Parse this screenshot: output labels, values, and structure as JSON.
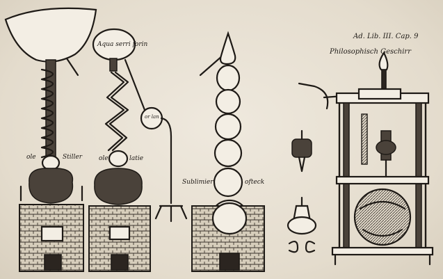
{
  "labels": {
    "still1_left": "ole",
    "still1_right": "Stiller",
    "still2_left": "ole",
    "still2_right": "latie",
    "still2_head": "Aqua serri forin",
    "still2_receiver": "or lan",
    "column_left": "Sublimier",
    "column_right": "ofteck",
    "title_top": "Ad. Lib. III. Cap. 9",
    "title_sub": "Philosophisch Geschirr"
  }
}
